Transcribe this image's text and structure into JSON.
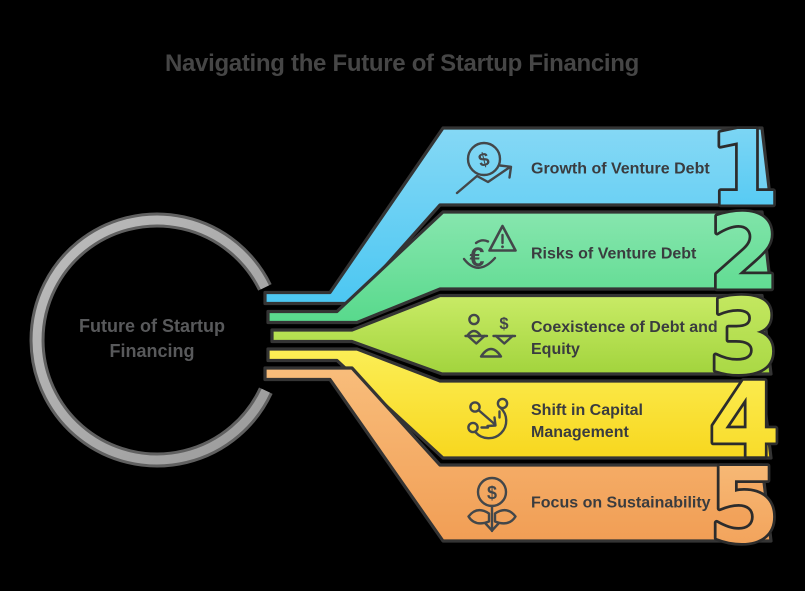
{
  "title": "Navigating the Future of Startup Financing",
  "center": {
    "lines": [
      "Future of Startup",
      "Financing"
    ]
  },
  "items": [
    {
      "number": "1",
      "lines": [
        "Growth of Venture Debt"
      ],
      "icon": "dollar-growth-icon",
      "color_top": "#85D8F5",
      "color_bottom": "#4CC7F2"
    },
    {
      "number": "2",
      "lines": [
        "Risks of Venture Debt"
      ],
      "icon": "euro-risk-warning-icon",
      "color_top": "#87E6AE",
      "color_bottom": "#58D98C"
    },
    {
      "number": "3",
      "lines": [
        "Coexistence of Debt and",
        "Equity"
      ],
      "icon": "person-dollar-balance-icon",
      "color_top": "#C9EB66",
      "color_bottom": "#A2D43D"
    },
    {
      "number": "4",
      "lines": [
        "Shift in Capital",
        "Management"
      ],
      "icon": "shift-network-arrow-icon",
      "color_top": "#FBEE56",
      "color_bottom": "#F8D71E"
    },
    {
      "number": "5",
      "lines": [
        "Focus on Sustainability"
      ],
      "icon": "dollar-plant-growth-icon",
      "color_top": "#F8BD7B",
      "color_bottom": "#F19E55"
    }
  ],
  "colors": {
    "background": "#000000",
    "ribbon_outline": "#343434",
    "digit_outline": "#2C2C2C",
    "ring_fill": "#ACACAC",
    "ring_edge": "#606060",
    "title_text": "#464646",
    "circle_text": "#58595B",
    "label_text": "#3A3C3F",
    "icon_stroke": "#43474A"
  }
}
